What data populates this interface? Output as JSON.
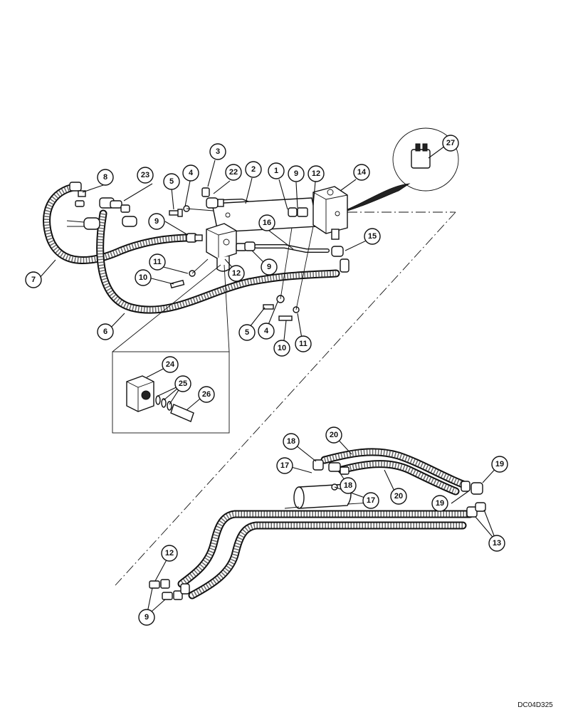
{
  "drawing_code": "DC04D325",
  "callouts": {
    "c1": "1",
    "c2": "2",
    "c3": "3",
    "c4a": "4",
    "c4b": "4",
    "c5a": "5",
    "c5b": "5",
    "c6": "6",
    "c7": "7",
    "c8": "8",
    "c9a": "9",
    "c9b": "9",
    "c9c": "9",
    "c9d": "9",
    "c10a": "10",
    "c10b": "10",
    "c11a": "11",
    "c11b": "11",
    "c12a": "12",
    "c12b": "12",
    "c12c": "12",
    "c13": "13",
    "c14": "14",
    "c15": "15",
    "c16": "16",
    "c17a": "17",
    "c17b": "17",
    "c18a": "18",
    "c18b": "18",
    "c19a": "19",
    "c19b": "19",
    "c20a": "20",
    "c20b": "20",
    "c22": "22",
    "c23": "23",
    "c24": "24",
    "c25": "25",
    "c26": "26",
    "c27": "27"
  }
}
